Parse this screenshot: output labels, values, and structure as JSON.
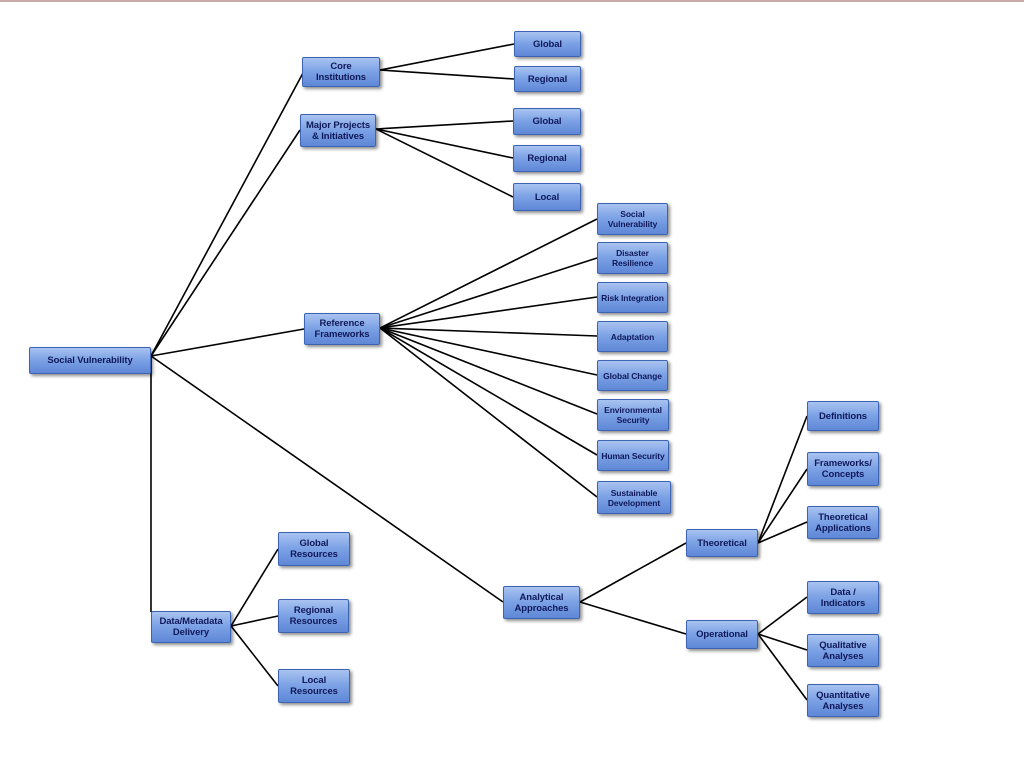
{
  "diagram": {
    "root": "Social Vulnerability",
    "core_institutions": {
      "label": "Core\nInstitutions",
      "global": "Global",
      "regional": "Regional"
    },
    "major_projects": {
      "label": "Major Projects\n& Initiatives",
      "global": "Global",
      "regional": "Regional",
      "local": "Local"
    },
    "reference_frameworks": {
      "label": "Reference\nFrameworks",
      "social_vulnerability": "Social\nVulnerability",
      "disaster_resilience": "Disaster\nResilience",
      "risk_integration": "Risk Integration",
      "adaptation": "Adaptation",
      "global_change": "Global Change",
      "environmental_security": "Environmental\nSecurity",
      "human_security": "Human Security",
      "sustainable_development": "Sustainable\nDevelopment"
    },
    "analytical_approaches": {
      "label": "Analytical\nApproaches",
      "theoretical": {
        "label": "Theoretical",
        "definitions": "Definitions",
        "frameworks_concepts": "Frameworks/\nConcepts",
        "theoretical_applications": "Theoretical\nApplications"
      },
      "operational": {
        "label": "Operational",
        "data_indicators": "Data /\nIndicators",
        "qualitative_analyses": "Qualitative\nAnalyses",
        "quantitative_analyses": "Quantitative\nAnalyses"
      }
    },
    "data_metadata": {
      "label": "Data/Metadata\nDelivery",
      "global_resources": "Global\nResources",
      "regional_resources": "Regional\nResources",
      "local_resources": "Local\nResources"
    }
  }
}
